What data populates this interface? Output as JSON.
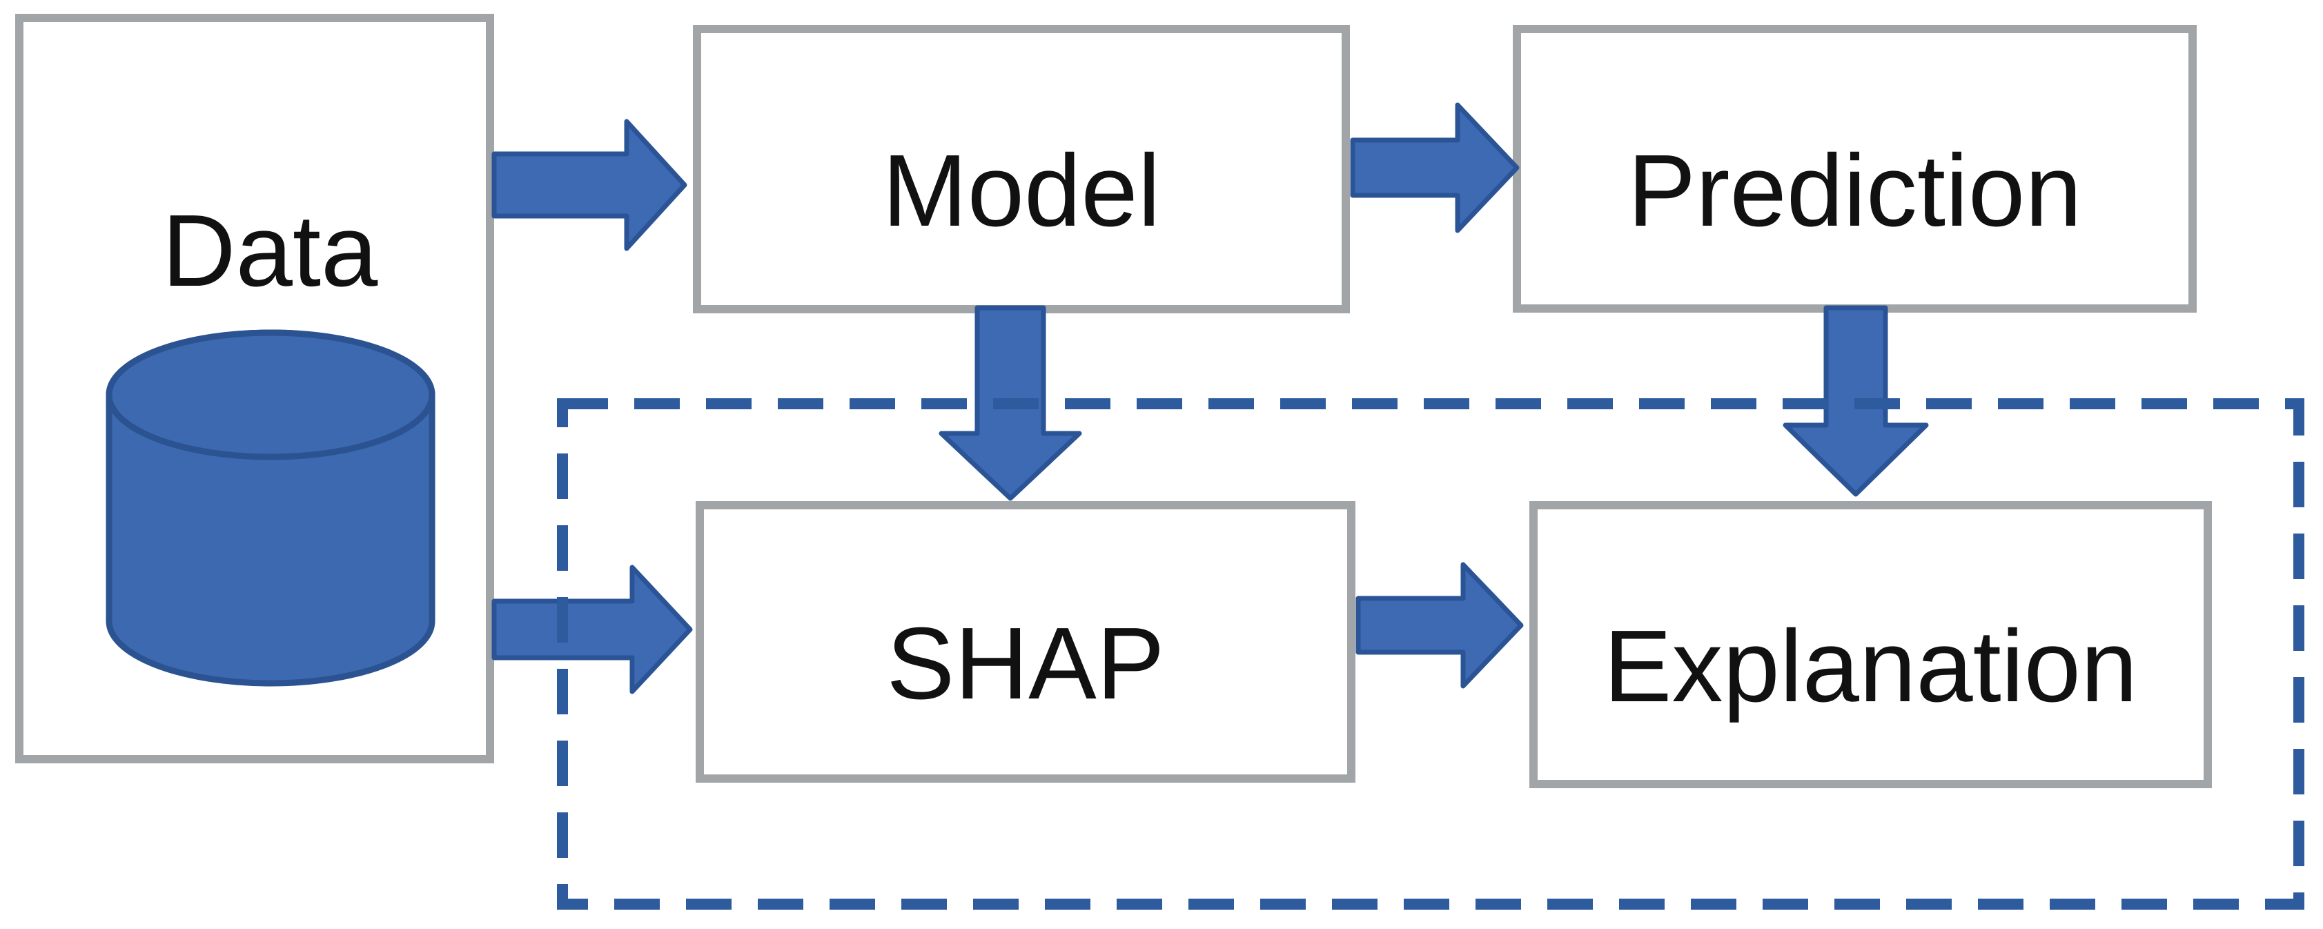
{
  "diagram": {
    "title": "SHAP explanation flow diagram",
    "nodes": {
      "data": {
        "label": "Data"
      },
      "model": {
        "label": "Model"
      },
      "prediction": {
        "label": "Prediction"
      },
      "shap": {
        "label": "SHAP"
      },
      "explanation": {
        "label": "Explanation"
      }
    },
    "flows": [
      {
        "from": "Data",
        "to": "Model"
      },
      {
        "from": "Model",
        "to": "Prediction"
      },
      {
        "from": "Data",
        "to": "SHAP"
      },
      {
        "from": "Model",
        "to": "SHAP"
      },
      {
        "from": "Prediction",
        "to": "Explanation"
      },
      {
        "from": "SHAP",
        "to": "Explanation"
      }
    ],
    "icons": {
      "data_icon": "database-cylinder-icon"
    },
    "colors": {
      "background": "#ffffff",
      "box_fill": "#ffffff",
      "box_border": "#a2a5a8",
      "text": "#111111",
      "arrow_fill": "#3d6ab3",
      "arrow_stroke": "#2a5496",
      "dash_stroke": "#2e5b9e",
      "cylinder_fill": "#3c69b0",
      "cylinder_stroke": "#2b5391"
    }
  }
}
